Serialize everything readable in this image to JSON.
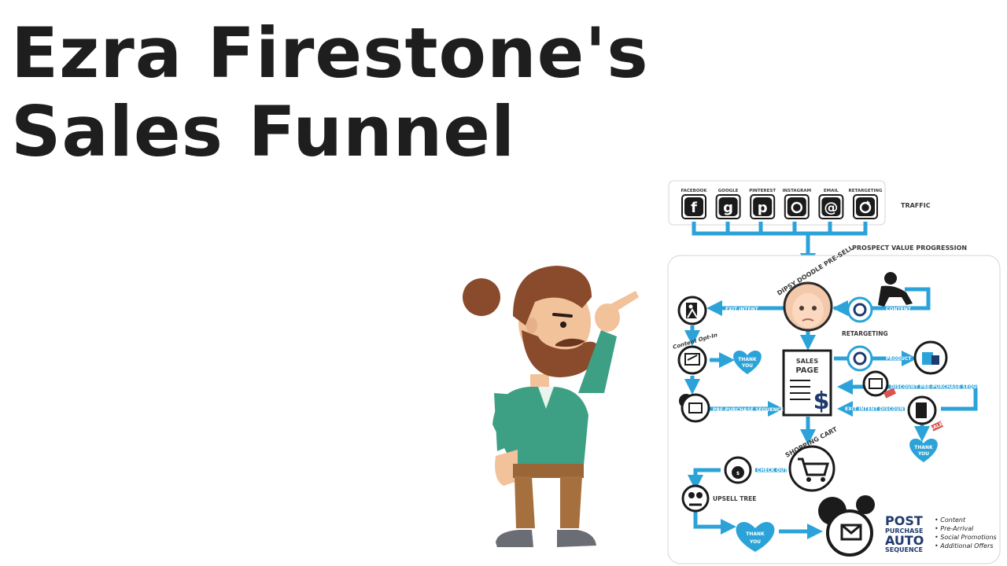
{
  "title": {
    "line1": "Ezra Firestone's",
    "line2": "Sales Funnel"
  },
  "traffic": {
    "label": "TRAFFIC",
    "sources": [
      {
        "name": "FACEBOOK",
        "icon": "facebook-icon",
        "glyph": "f"
      },
      {
        "name": "GOOGLE",
        "icon": "google-icon",
        "glyph": "g"
      },
      {
        "name": "PINTEREST",
        "icon": "pinterest-icon",
        "glyph": "p"
      },
      {
        "name": "INSTAGRAM",
        "icon": "instagram-icon",
        "glyph": ""
      },
      {
        "name": "EMAIL",
        "icon": "email-icon",
        "glyph": "@"
      },
      {
        "name": "RETARGETING",
        "icon": "retargeting-icon",
        "glyph": ""
      }
    ]
  },
  "funnel": {
    "progression_label": "PROSPECT VALUE PROGRESSION",
    "preSell_label": "DIPSY DOODLE PRE-SELL",
    "exit_intent": "EXIT INTENT",
    "content": "CONTENT",
    "retargeting": "RETARGETING",
    "content_optin": "Content Opt-In",
    "sales_page": {
      "line1": "SALES",
      "line2": "PAGE",
      "symbol": "$"
    },
    "product": "PRODUCT",
    "discount_sequence": "DISCOUNT PRE-PURCHASE SEQUENCE",
    "pre_purchase_sequence": "PRE-PURCHASE SEQUENCE",
    "exit_intent_discount": "EXIT INTENT DISCOUNT OPT-IN",
    "thank_you": {
      "line1": "THANK",
      "line2": "YOU"
    },
    "shopping_cart": "SHOPPING CART",
    "check_out": "CHECK OUT",
    "upsell_tree": "UPSELL TREE",
    "post_purchase": {
      "post": "POST",
      "purchase": "PURCHASE",
      "auto": "AUTO",
      "sequence": "SEQUENCE"
    },
    "post_bullets": [
      "Content",
      "Pre-Arrival",
      "Social Promotions",
      "Additional Offers"
    ],
    "coupon": "SALE",
    "money": "$"
  },
  "colors": {
    "accent": "#2ba3d9",
    "navy": "#1f3a6e",
    "title": "#1e1e1e"
  }
}
